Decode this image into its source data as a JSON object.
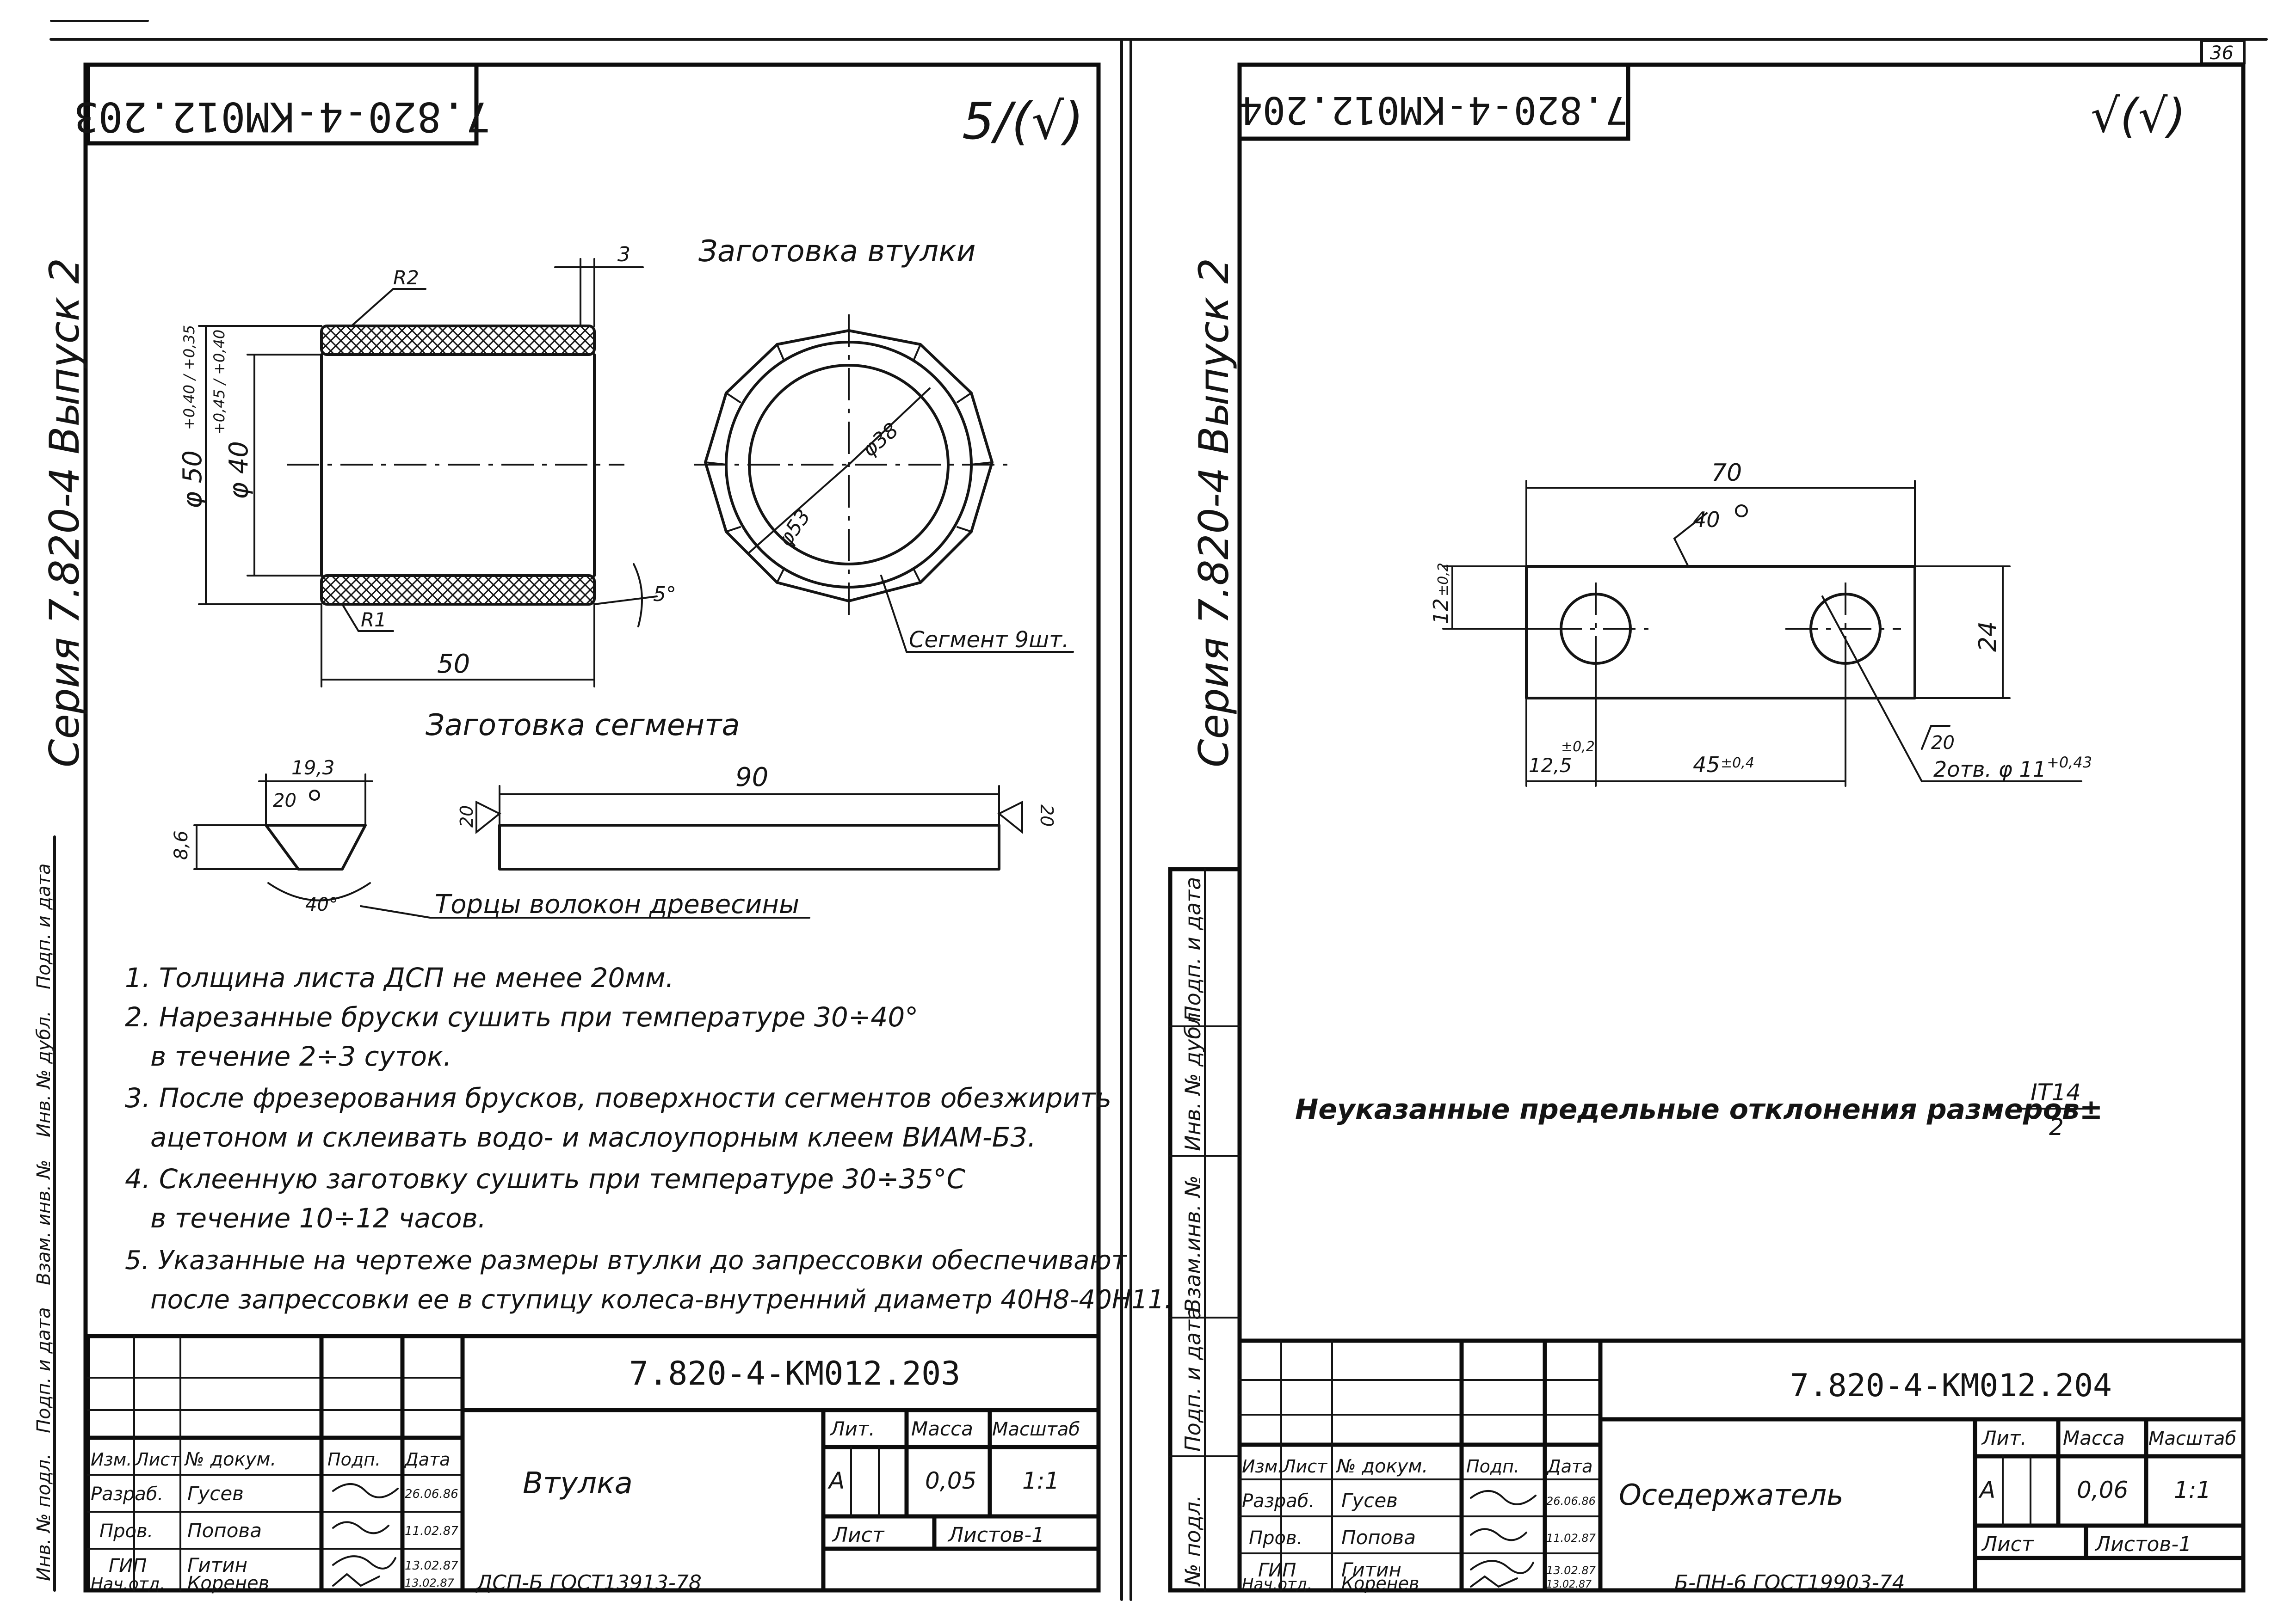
{
  "page_number": "36",
  "left_sheet": {
    "mirrored_code": "7.820-4-КМ012.203",
    "roughness": "5/(√)",
    "series_label": "Серия 7.820-4  Выпуск 2",
    "side_stamp_labels": [
      "Инв. № подл.",
      "Подп. и дата",
      "Взам. инв. №",
      "Инв. № дубл.",
      "Подп. и дата"
    ],
    "bushing_title": "Заготовка втулки",
    "segment_title": "Заготовка сегмента",
    "dims": {
      "d3": "3",
      "r2": "R2",
      "r1": "R1",
      "d50": "50",
      "angle5": "5°",
      "dia50": "φ 50",
      "dia50_tol": "+0,40 / +0,35",
      "dia40": "φ 40",
      "dia40_tol": "+0,45 / +0,40",
      "d38": "φ38",
      "d53": "φ53",
      "segment_count": "Сегмент 9шт.",
      "w19": "19,3",
      "r20a": "20",
      "h8": "8,6",
      "a40": "40°",
      "len90": "90",
      "r20b": "20",
      "r20c": "20",
      "grain": "Торцы волокон древесины"
    },
    "notes": [
      "1. Толщина листа ДСП не менее 20мм.",
      "2. Нарезанные бруски сушить при температуре 30÷40°",
      "в течение 2÷3 суток.",
      "3. После фрезерования брусков, поверхности сегментов обезжирить",
      "ацетоном и склеивать водо- и маслоупорным клеем ВИАМ-Б3.",
      "4. Склеенную заготовку сушить при температуре 30÷35°С",
      "в течение 10÷12 часов.",
      "5. Указанные на чертеже размеры втулки до запрессовки обеспечивают",
      "после запрессовки ее в ступицу колеса-внутренний диаметр 40Н8-40Н11."
    ],
    "title_block": {
      "code": "7.820-4-КМ012.203",
      "name": "Втулка",
      "col_headers": [
        "Изм.",
        "Лист",
        "№ докум.",
        "Подп.",
        "Дата"
      ],
      "people": [
        {
          "role": "Разраб.",
          "name": "Гусев",
          "date": "26.06.86"
        },
        {
          "role": "Пров.",
          "name": "Попова",
          "date": "11.02.87"
        },
        {
          "role": "ГИП",
          "name": "Гитин",
          "date": "13.02.87"
        },
        {
          "role": "Нач.отд.",
          "name": "Коренев",
          "date": "13.02.87"
        }
      ],
      "lit_header": "Лит.",
      "mass_header": "Масса",
      "scale_header": "Масштаб",
      "lit": "А",
      "mass": "0,05",
      "scale": "1:1",
      "sheet_label": "Лист",
      "sheets_label": "Листов-1",
      "material": "ДСП-Б ГОСТ13913-78"
    }
  },
  "right_sheet": {
    "mirrored_code": "7.820-4-КМ012.204",
    "roughness": "√(√)",
    "series_label": "Серия 7.820-4  Выпуск 2",
    "side_stamp_labels": [
      "№ подл.",
      "Подп. и дата",
      "Взам.инв. №",
      "Инв. № дубл.",
      "Подп. и дата"
    ],
    "dims": {
      "len70": "70",
      "r40": "40",
      "h12": "12",
      "h12_tol": "±0,2",
      "h24": "24",
      "r20": "20",
      "d12_5": "12,5",
      "d12_5_tol": "±0,2",
      "d45": "45",
      "d45_tol": "±0,4",
      "holes": "2отв. φ 11",
      "holes_tol": "+0,43"
    },
    "tolerance_note": "Неуказанные предельные отклонения размеров±",
    "tolerance_num": "IT14",
    "tolerance_den": "2",
    "title_block": {
      "code": "7.820-4-КМ012.204",
      "name": "Оседержатель",
      "col_headers": [
        "Изм.",
        "Лист",
        "№ докум.",
        "Подп.",
        "Дата"
      ],
      "people": [
        {
          "role": "Разраб.",
          "name": "Гусев",
          "date": "26.06.86"
        },
        {
          "role": "Пров.",
          "name": "Попова",
          "date": "11.02.87"
        },
        {
          "role": "ГИП",
          "name": "Гитин",
          "date": "13.02.87"
        },
        {
          "role": "Нач.отд.",
          "name": "Коренев",
          "date": "13.02.87"
        }
      ],
      "lit_header": "Лит.",
      "mass_header": "Масса",
      "scale_header": "Масштаб",
      "lit": "А",
      "mass": "0,06",
      "scale": "1:1",
      "sheet_label": "Лист",
      "sheets_label": "Листов-1",
      "material": "Б-ПН-6 ГОСТ19903-74"
    }
  }
}
